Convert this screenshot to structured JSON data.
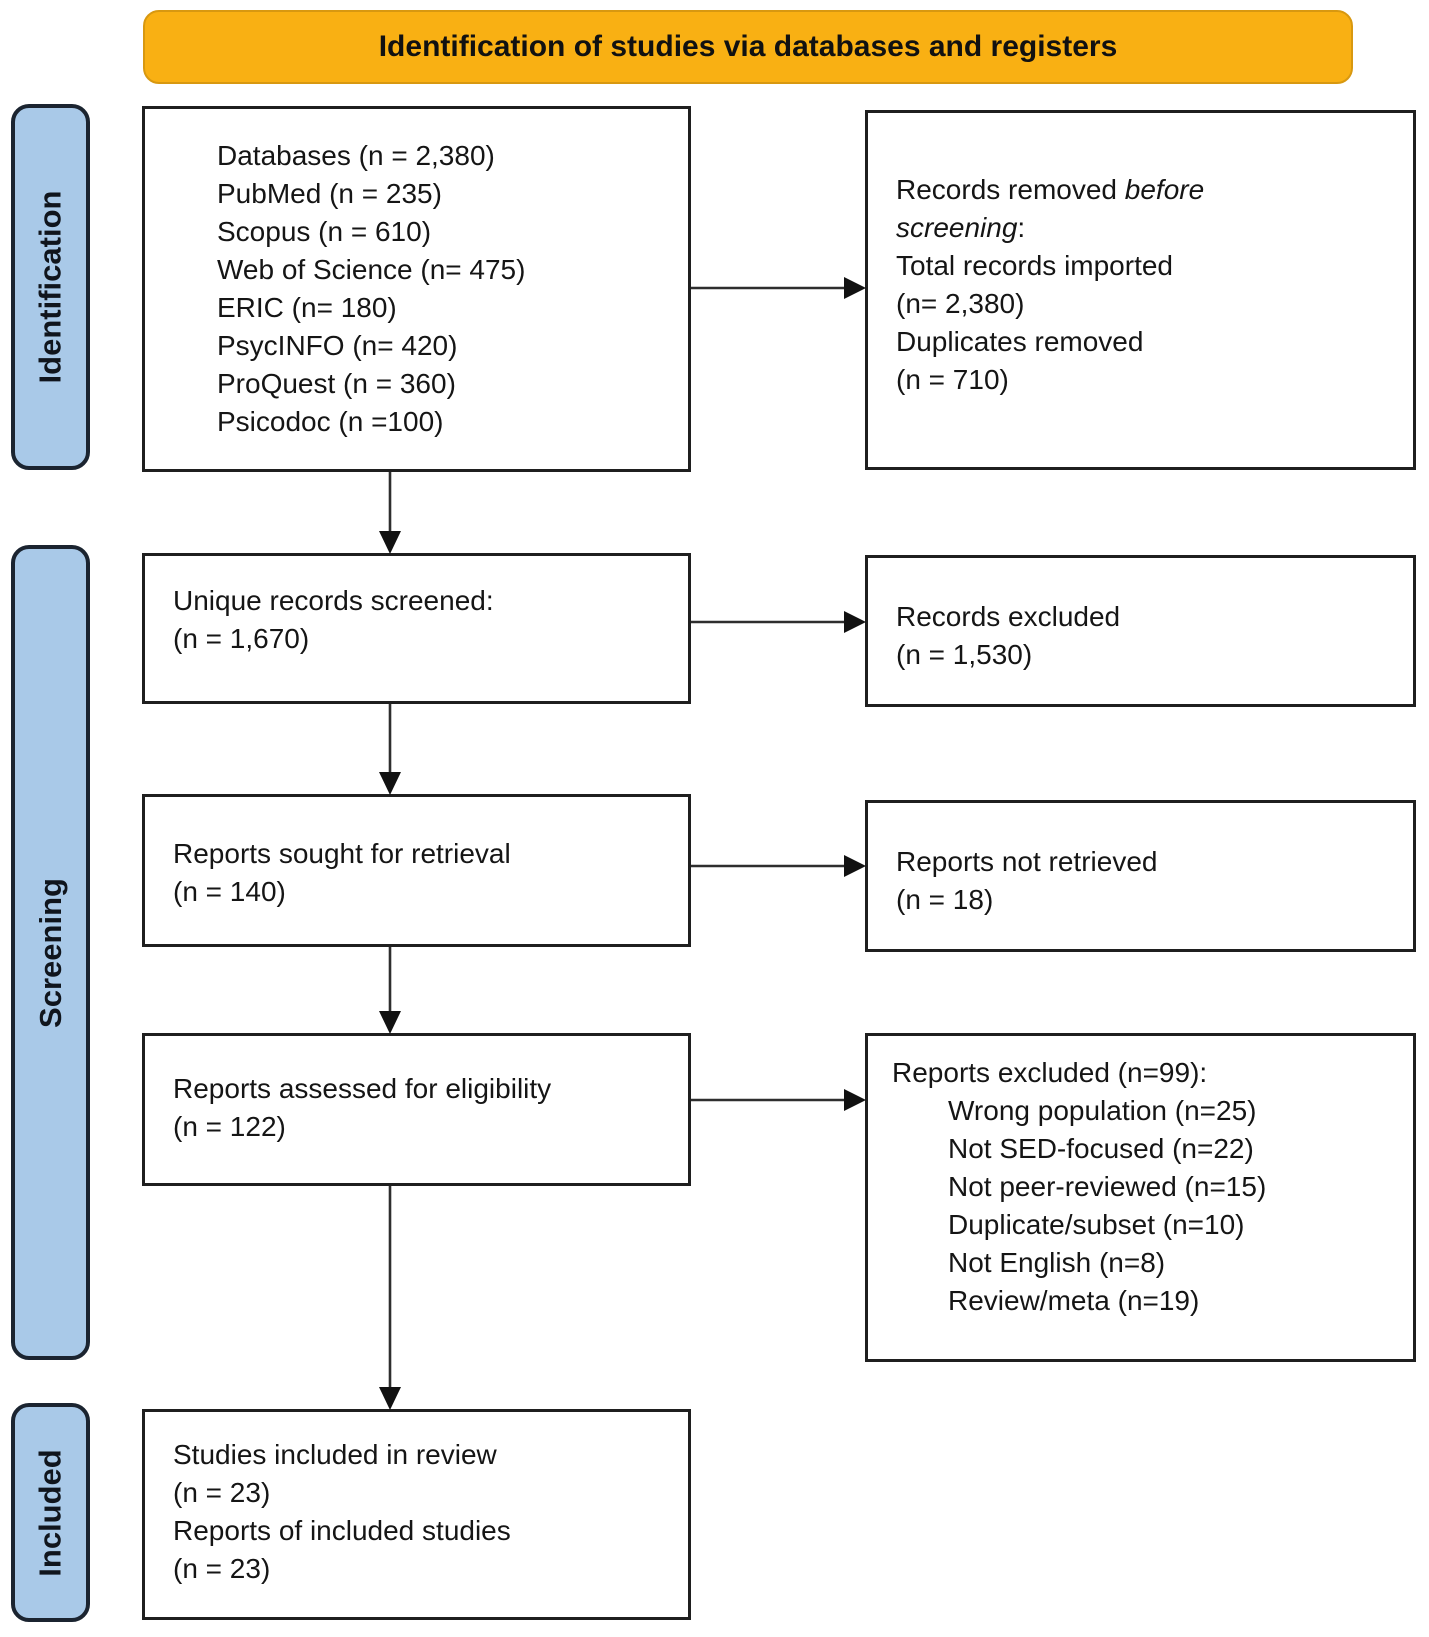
{
  "header": {
    "title": "Identification of studies via databases and registers"
  },
  "sidebar": {
    "identification": "Identification",
    "screening": "Screening",
    "included": "Included"
  },
  "colors": {
    "header_bg": "#F9B013",
    "header_border": "#D89810",
    "sidebar_bg": "#A9C9E8",
    "sidebar_border": "#1B2430",
    "box_border": "#1F1F1F",
    "arrow": "#2E2E2E"
  },
  "boxes": {
    "databases": {
      "lines": [
        "Databases (n = 2,380)",
        "PubMed (n = 235)",
        "Scopus (n = 610)",
        "Web of Science (n= 475)",
        "ERIC (n= 180)",
        "PsycINFO (n= 420)",
        "ProQuest (n = 360)",
        "Psicodoc (n =100)"
      ]
    },
    "records_removed": {
      "l1_normal": "Records removed ",
      "l1_italic": "before",
      "l2_italic": "screening",
      "l2_normal": ":",
      "lines": [
        "Total records imported",
        "(n= 2,380)",
        "Duplicates removed",
        "(n = 710)"
      ]
    },
    "unique_screened": {
      "lines": [
        "Unique records screened:",
        "(n = 1,670)"
      ]
    },
    "records_excluded": {
      "lines": [
        "Records excluded",
        "(n = 1,530)"
      ]
    },
    "reports_sought": {
      "lines": [
        "Reports sought for retrieval",
        "(n = 140)"
      ]
    },
    "reports_not_retrieved": {
      "lines": [
        "Reports not retrieved",
        "(n = 18)"
      ]
    },
    "reports_assessed": {
      "lines": [
        "Reports assessed for eligibility",
        "(n = 122)"
      ]
    },
    "reports_excluded": {
      "title": "Reports excluded (n=99):",
      "items": [
        "Wrong population (n=25)",
        "Not SED-focused (n=22)",
        "Not peer-reviewed (n=15)",
        "Duplicate/subset (n=10)",
        "Not English (n=8)",
        "Review/meta (n=19)"
      ]
    },
    "included_studies": {
      "lines": [
        "Studies included in review",
        "(n = 23)",
        "Reports of included studies",
        "(n = 23)"
      ]
    }
  }
}
